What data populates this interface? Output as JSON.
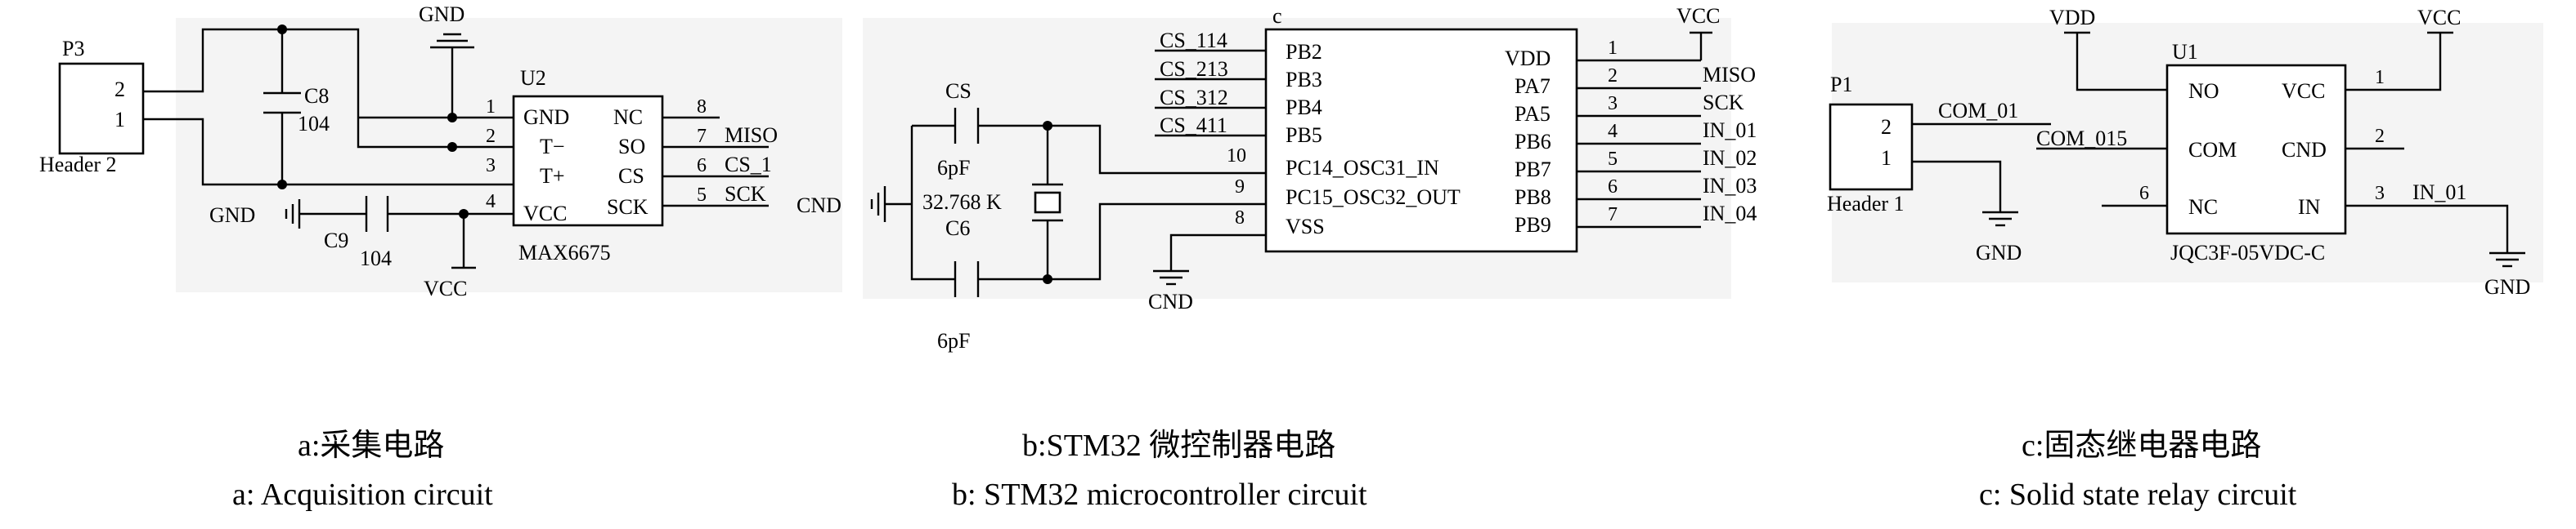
{
  "panel_a": {
    "connector": {
      "ref": "P3",
      "pin_top": "2",
      "pin_bottom": "1",
      "name": "Header 2"
    },
    "capacitor_c8": {
      "ref": "C8",
      "value": "104"
    },
    "capacitor_c9": {
      "ref": "C9",
      "value": "104"
    },
    "gnd_top": "GND",
    "gnd_left": "GND",
    "vcc_bottom": "VCC",
    "ic": {
      "ref": "U2",
      "part": "MAX6675",
      "left_pins": [
        {
          "num": "1",
          "name": "GND"
        },
        {
          "num": "2",
          "name": "T−"
        },
        {
          "num": "3",
          "name": "T+"
        },
        {
          "num": "4",
          "name": "VCC"
        }
      ],
      "right_pins": [
        {
          "num": "8",
          "name": "NC",
          "net": ""
        },
        {
          "num": "7",
          "name": "SO",
          "net": "MISO"
        },
        {
          "num": "6",
          "name": "CS",
          "net": "CS_1"
        },
        {
          "num": "5",
          "name": "SCK",
          "net": "SCK"
        }
      ]
    },
    "caption_cn": "a:采集电路",
    "caption_en": "a: Acquisition circuit"
  },
  "panel_b": {
    "cs_label": "CS",
    "c6_label": "C6",
    "cap_top_value": "6pF",
    "cap_bottom_value": "6pF",
    "crystal_value": "32.768 K",
    "gnd_left": "CND",
    "gnd_bottom": "CND",
    "vcc_top": "VCC",
    "ic": {
      "ref": "c",
      "left_pins": [
        {
          "num": "",
          "name": "PB2",
          "net": "CS_114"
        },
        {
          "num": "",
          "name": "PB3",
          "net": "CS_213"
        },
        {
          "num": "",
          "name": "PB4",
          "net": "CS_312"
        },
        {
          "num": "",
          "name": "PB5",
          "net": "CS_411"
        },
        {
          "num": "10",
          "name": "PC14_OSC31_IN",
          "net": ""
        },
        {
          "num": "9",
          "name": "PC15_OSC32_OUT",
          "net": ""
        },
        {
          "num": "8",
          "name": "VSS",
          "net": ""
        }
      ],
      "right_pins": [
        {
          "num": "1",
          "name": "VDD",
          "net": ""
        },
        {
          "num": "2",
          "name": "PA7",
          "net": "MISO"
        },
        {
          "num": "3",
          "name": "PA5",
          "net": "SCK"
        },
        {
          "num": "4",
          "name": "PB6",
          "net": "IN_01"
        },
        {
          "num": "5",
          "name": "PB7",
          "net": "IN_02"
        },
        {
          "num": "6",
          "name": "PB8",
          "net": "IN_03"
        },
        {
          "num": "7",
          "name": "PB9",
          "net": "IN_04"
        }
      ]
    },
    "caption_cn": "b:STM32 微控制器电路",
    "caption_en": "b: STM32 microcontroller circuit"
  },
  "panel_c": {
    "connector": {
      "ref": "P1",
      "pin_top": "2",
      "pin_bottom": "1",
      "name": "Header 1"
    },
    "net_com01": "COM_01",
    "net_com015": "COM_015",
    "vdd": "VDD",
    "vcc": "VCC",
    "gnd_left": "GND",
    "gnd_right": "GND",
    "net_in01": "IN_01",
    "ic": {
      "ref": "U1",
      "part": "JQC3F-05VDC-C",
      "left_pins": [
        {
          "num": "",
          "name": "NO"
        },
        {
          "num": "",
          "name": "COM"
        },
        {
          "num": "6",
          "name": "NC"
        }
      ],
      "right_pins": [
        {
          "num": "1",
          "name": "VCC"
        },
        {
          "num": "2",
          "name": "CND"
        },
        {
          "num": "3",
          "name": "IN"
        }
      ]
    },
    "caption_cn": "c:固态继电器电路",
    "caption_en": "c: Solid state relay circuit"
  }
}
